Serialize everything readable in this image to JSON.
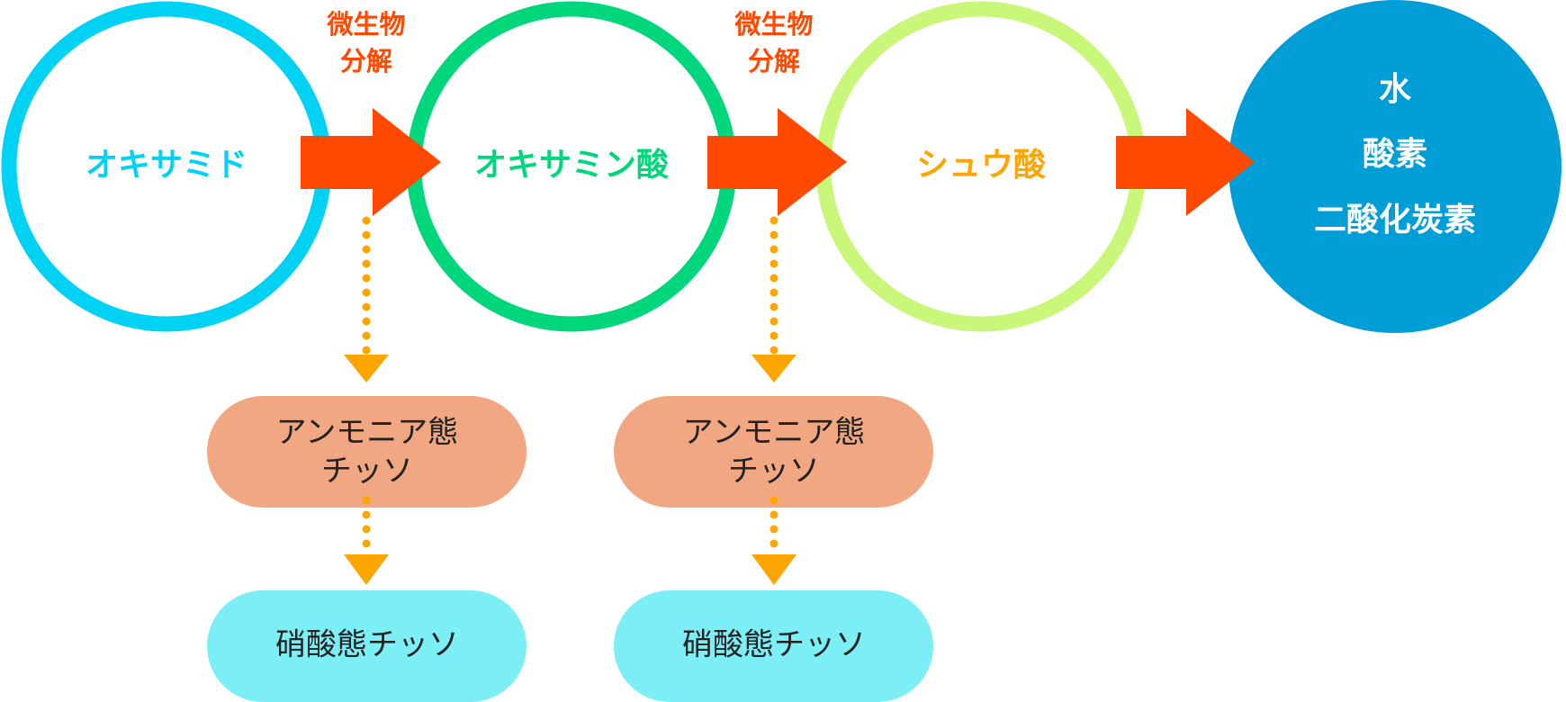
{
  "colors": {
    "oxamide": "#00d2f3",
    "oxamic_acid": "#00d67c",
    "oxalic_acid": "#c8f77a",
    "final": "#009ed7",
    "arrow": "#ff4900",
    "dotted": "#ffa500",
    "ammonium_pill": "#f1a882",
    "nitrate_pill": "#7ceff6",
    "oxamide_text": "#00d2f3",
    "oxamic_text": "#00d67c",
    "oxalic_text": "#ffa500",
    "final_text": "#ffffff",
    "arrow_label_text": "#ff4900",
    "pill_text": "#222222"
  },
  "stages": {
    "oxamide": "オキサミド",
    "oxamic_acid": "オキサミン酸",
    "oxalic_acid": "シュウ酸",
    "final_lines": [
      "水",
      "酸素",
      "二酸化炭素"
    ]
  },
  "arrows": {
    "label_1_line_1": "微生物",
    "label_1_line_2": "分解",
    "label_2_line_1": "微生物",
    "label_2_line_2": "分解"
  },
  "branches": [
    {
      "ammonium_line_1": "アンモニア態",
      "ammonium_line_2": "チッソ",
      "nitrate": "硝酸態チッソ"
    },
    {
      "ammonium_line_1": "アンモニア態",
      "ammonium_line_2": "チッソ",
      "nitrate": "硝酸態チッソ"
    }
  ]
}
